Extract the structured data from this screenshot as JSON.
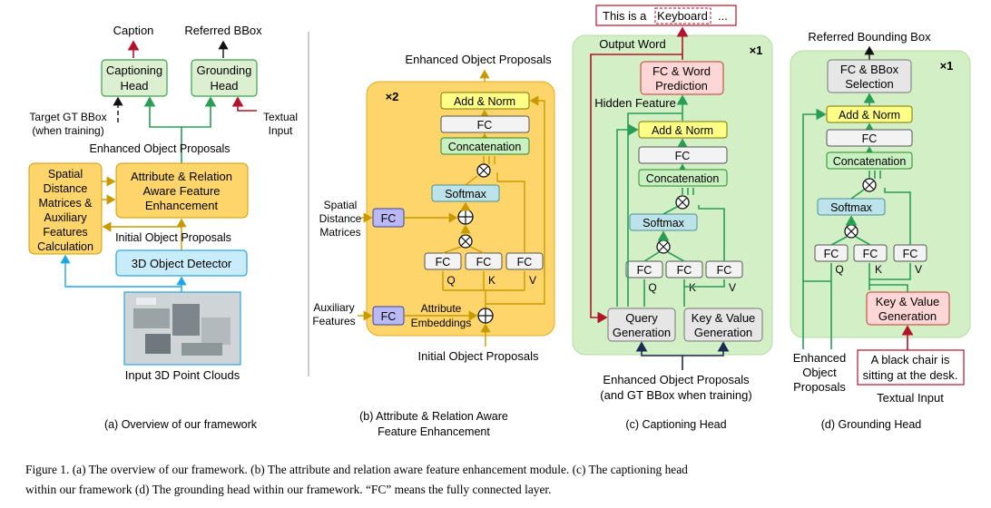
{
  "panel_a": {
    "caption_label": "Caption",
    "referred_bbox_label": "Referred BBox",
    "captioning_head": [
      "Captioning",
      "Head"
    ],
    "grounding_head": [
      "Grounding",
      "Head"
    ],
    "target_gt_bbox": [
      "Target GT BBox",
      "(when training)"
    ],
    "textual_input": [
      "Textual",
      "Input"
    ],
    "enhanced_object_proposals": "Enhanced Object  Proposals",
    "spatial_box": [
      "Spatial",
      "Distance",
      "Matrices &",
      "Auxiliary",
      "Features",
      "Calculation"
    ],
    "attr_relation_box": [
      "Attribute & Relation",
      "Aware Feature",
      "Enhancement"
    ],
    "initial_object_proposals": "Initial Object  Proposals",
    "detector": "3D Object Detector",
    "input_point_clouds": "Input 3D Point Clouds",
    "subcaption": "(a) Overview of our framework"
  },
  "panel_b": {
    "top_label": "Enhanced Object Proposals",
    "repeat": "×2",
    "add_norm": "Add & Norm",
    "fc": "FC",
    "concatenation": "Concatenation",
    "softmax": "Softmax",
    "spatial_label": [
      "Spatial",
      "Distance",
      "Matrices"
    ],
    "auxiliary_label": [
      "Auxiliary",
      "Features"
    ],
    "attribute_embeddings": [
      "Attribute",
      "Embeddings"
    ],
    "q": "Q",
    "k": "K",
    "v": "V",
    "bottom_label": "Initial Object Proposals",
    "subcaption": [
      "(b) Attribute & Relation Aware",
      "Feature Enhancement"
    ]
  },
  "panel_c": {
    "sentence_prefix": "This is a",
    "sentence_word": "Keyboard",
    "sentence_suffix": "...",
    "output_word": "Output Word",
    "repeat": "×1",
    "fc_word_prediction": [
      "FC & Word",
      "Prediction"
    ],
    "hidden_feature": "Hidden Feature",
    "add_norm": "Add & Norm",
    "fc": "FC",
    "concatenation": "Concatenation",
    "softmax": "Softmax",
    "q": "Q",
    "k": "K",
    "v": "V",
    "query_generation": [
      "Query",
      "Generation"
    ],
    "key_value_generation": [
      "Key & Value",
      "Generation"
    ],
    "bottom_label": [
      "Enhanced Object Proposals",
      "(and GT BBox when training)"
    ],
    "subcaption": "(c) Captioning Head"
  },
  "panel_d": {
    "top_label": "Referred Bounding Box",
    "repeat": "×1",
    "fc_bbox_selection": [
      "FC & BBox",
      "Selection"
    ],
    "add_norm": "Add & Norm",
    "fc": "FC",
    "concatenation": "Concatenation",
    "softmax": "Softmax",
    "q": "Q",
    "k": "K",
    "v": "V",
    "key_value_generation": [
      "Key & Value",
      "Generation"
    ],
    "enhanced_label": [
      "Enhanced",
      "Object",
      "Proposals"
    ],
    "textual_sentence": [
      "A black chair is",
      "sitting at the desk."
    ],
    "textual_input": "Textual Input",
    "subcaption": "(d) Grounding Head"
  },
  "figure_caption": [
    "Figure 1. (a) The overview of our framework. (b) The attribute and relation aware feature enhancement module. (c) The captioning head",
    "within our framework (d) The grounding head within our framework. “FC” means the fully connected layer."
  ]
}
